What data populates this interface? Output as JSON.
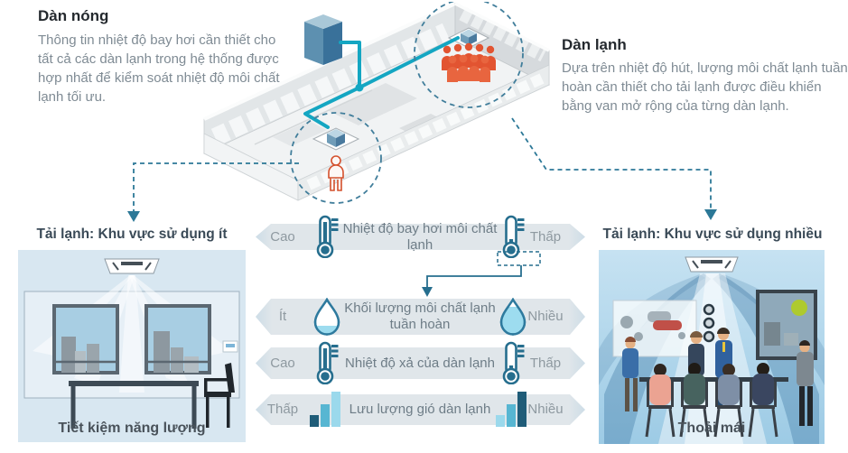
{
  "top_left": {
    "title": "Dàn nóng",
    "body": "Thông tin nhiệt độ bay hơi cần thiết cho tất cả các dàn lạnh trong hệ thống được hợp nhất để kiểm soát nhiệt độ môi chất lạnh tối ưu."
  },
  "top_right": {
    "title": "Dàn lạnh",
    "body": "Dựa trên nhiệt độ hút, lượng môi chất lạnh tuần hoàn cần thiết cho tải lạnh được điều khiển bằng van mở rộng của từng dàn lạnh."
  },
  "bottom_left": {
    "heading": "Tải lạnh: Khu vực sử dụng ít",
    "caption": "Tiết kiệm năng lượng"
  },
  "bottom_right": {
    "heading": "Tải lạnh: Khu vực sử dụng nhiều",
    "caption": "Thoải mái"
  },
  "comparison_rows": [
    {
      "left_label": "Cao",
      "label": "Nhiệt độ bay hơi môi chất lạnh",
      "right_label": "Thấp",
      "left_icon": "thermometer-high-icon",
      "right_icon": "thermometer-low-icon"
    },
    {
      "left_label": "Ít",
      "label": "Khối lượng môi chất lạnh tuần hoàn",
      "right_label": "Nhiều",
      "left_icon": "droplet-low-icon",
      "right_icon": "droplet-high-icon"
    },
    {
      "left_label": "Cao",
      "label": "Nhiệt độ xả của dàn lạnh",
      "right_label": "Thấp",
      "left_icon": "thermometer-high-icon",
      "right_icon": "thermometer-low-icon"
    },
    {
      "left_label": "Thấp",
      "label": "Lưu lượng gió dàn lạnh",
      "right_label": "Nhiều",
      "left_icon": "fan-bars-low-icon",
      "right_icon": "fan-bars-high-icon"
    }
  ],
  "colors": {
    "pipe_teal": "#14a6c2",
    "icon_teal": "#266e8e",
    "dashed_line_teal": "#2c7897",
    "band_background": "#e0e6ea",
    "crowd_red": "#e25431",
    "droplet_light_blue": "#9ddcef",
    "room_light_blue": "#d8e7f1",
    "heading_dark": "#3a4a57"
  }
}
